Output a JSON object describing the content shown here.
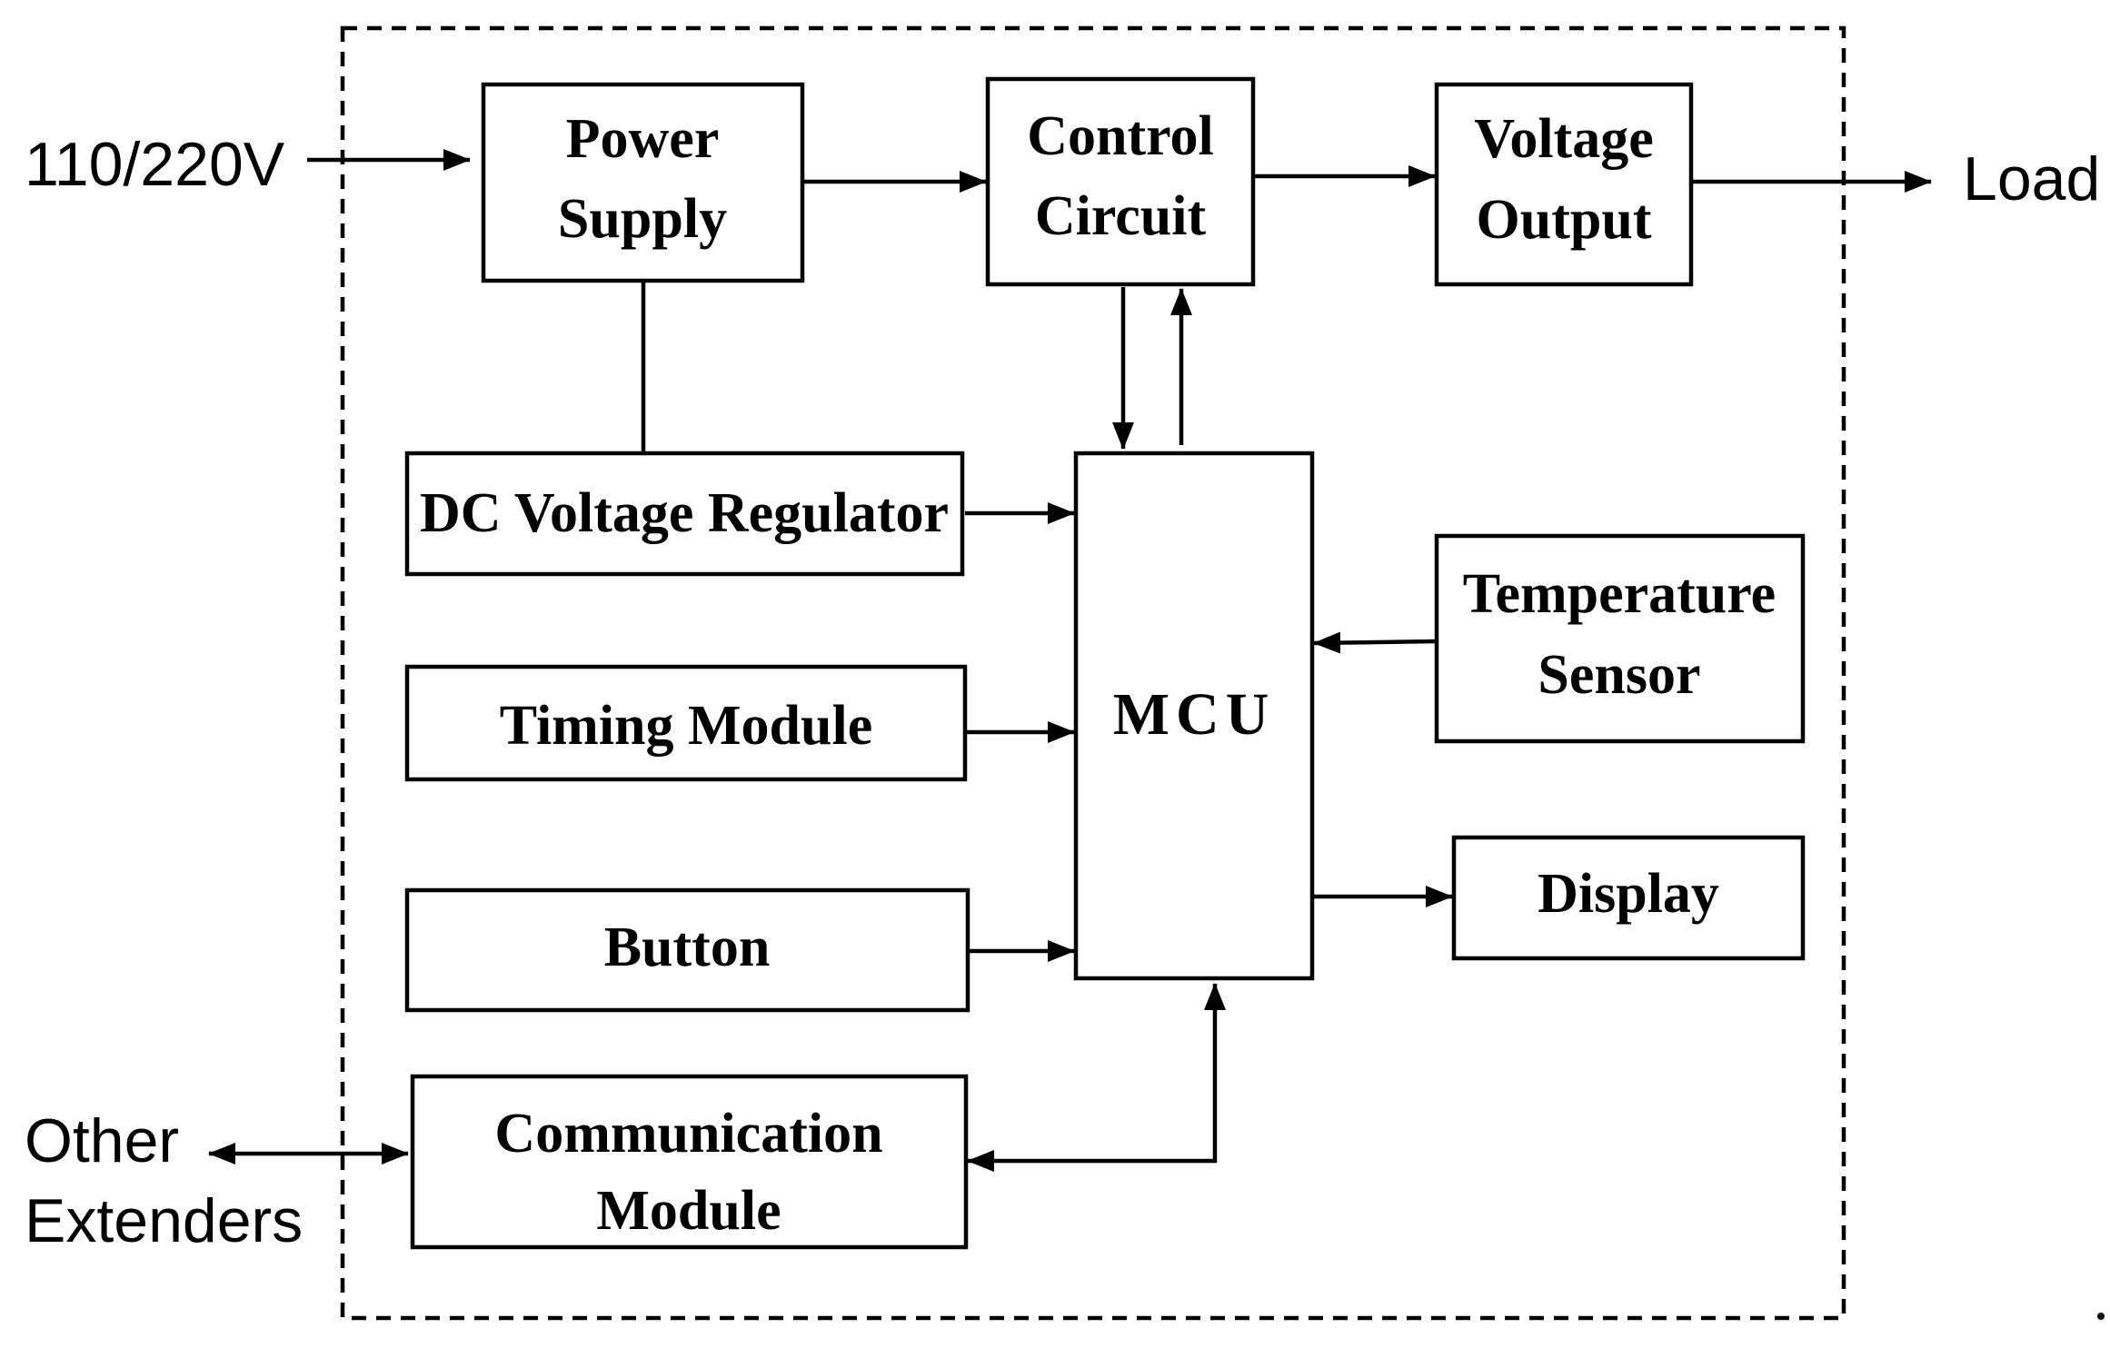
{
  "external": {
    "input_label": "110/220V",
    "output_label": "Load",
    "peer_label_line1": "Other",
    "peer_label_line2": "Extenders"
  },
  "blocks": {
    "power_supply": {
      "line1": "Power",
      "line2": "Supply"
    },
    "control_circuit": {
      "line1": "Control",
      "line2": "Circuit"
    },
    "voltage_output": {
      "line1": "Voltage",
      "line2": "Output"
    },
    "dc_voltage_regulator": {
      "label": "DC Voltage Regulator"
    },
    "timing_module": {
      "label": "Timing Module"
    },
    "button": {
      "label": "Button"
    },
    "communication_module": {
      "line1": "Communication",
      "line2": "Module"
    },
    "mcu": {
      "label": "MCU"
    },
    "temperature_sensor": {
      "line1": "Temperature",
      "line2": "Sensor"
    },
    "display": {
      "label": "Display"
    }
  }
}
